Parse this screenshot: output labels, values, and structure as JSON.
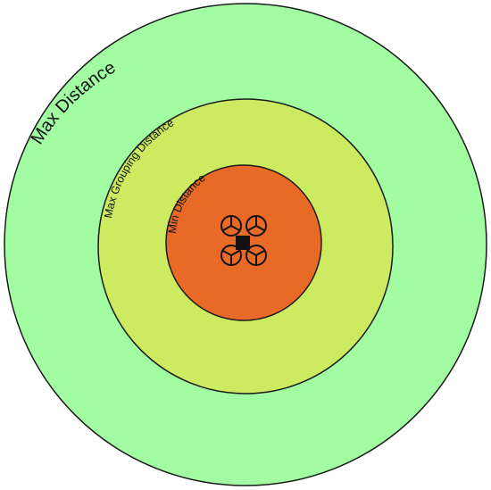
{
  "diagram": {
    "zones": [
      {
        "id": "max-distance",
        "label": "Max Distance",
        "color": "#A2FCA2"
      },
      {
        "id": "max-grouping-distance",
        "label": "Max Grouping Distance",
        "color": "#CCEB60"
      },
      {
        "id": "min-distance",
        "label": "Min Distance",
        "color": "#E86A26"
      }
    ],
    "center_icon": "quadcopter-drone-icon",
    "outline_color": "#1a1a1a"
  }
}
